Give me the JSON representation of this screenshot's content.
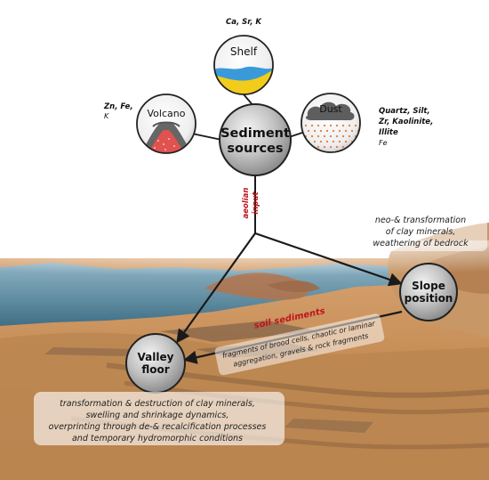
{
  "sources": {
    "center": {
      "line1": "Sediment",
      "line2": "sources"
    },
    "shelf": {
      "label": "Shelf",
      "elements": "Ca, Sr, K"
    },
    "volcano": {
      "label": "Volcano",
      "elements_line1": "Zn, Fe,",
      "elements_line2": "K"
    },
    "dust": {
      "label": "Dust",
      "elements_line1": "Quartz, Silt,",
      "elements_line2": "Zr, Kaolinite,",
      "elements_line3": "Illite",
      "elements_line4": "Fe"
    }
  },
  "aeolian": {
    "line1": "aeolian",
    "line2": "input"
  },
  "slope": {
    "line1": "Slope",
    "line2": "position",
    "desc_line1": "neo-& transformation",
    "desc_line2": "of clay minerals,",
    "desc_line3": "weathering of bedrock"
  },
  "soil": {
    "title": "soil sediments",
    "desc_line1": "fragments of brood cells, chaotic or laminar",
    "desc_line2": "aggregation, gravels & rock fragments"
  },
  "valley": {
    "line1": "Valley",
    "line2": "floor",
    "desc_line1": "transformation & destruction of clay minerals,",
    "desc_line2": "swelling and shrinkage dynamics,",
    "desc_line3": "overprinting through de-& recalcification processes",
    "desc_line4": "and temporary hydromorphic conditions"
  },
  "colors": {
    "accent_red": "#c0141c",
    "node_fill": "#b4b4b4",
    "shelf_water": "#3a9ad9",
    "shelf_sand": "#f2cc1a",
    "lava": "#e0524f",
    "dust_dots": "#e07a3a",
    "landscape": "#c9925a",
    "sea": "#4f7e92"
  },
  "icons": [
    "shelf-icon",
    "volcano-icon",
    "dust-icon"
  ]
}
